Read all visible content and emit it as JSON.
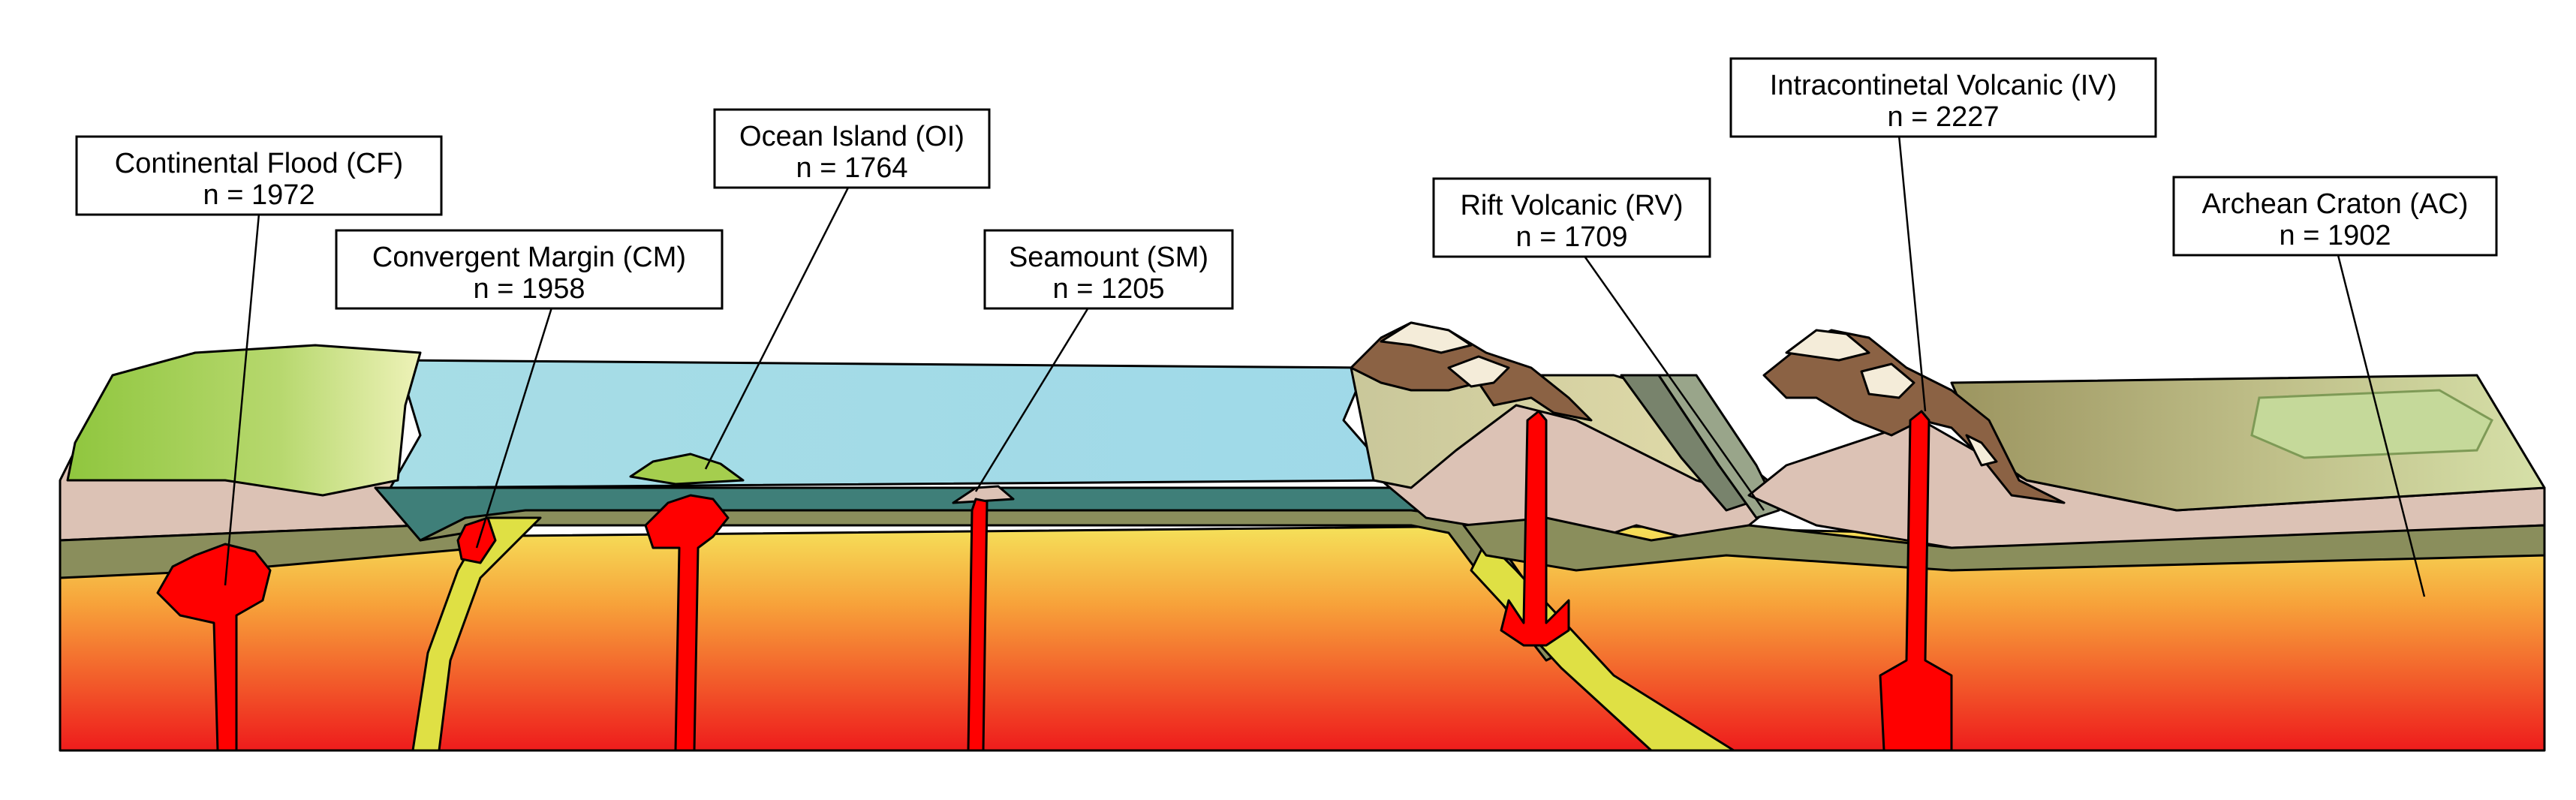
{
  "diagram": {
    "labels": [
      {
        "id": "cf",
        "name": "Continental Flood (CF)",
        "count": "n = 1972"
      },
      {
        "id": "cm",
        "name": "Convergent Margin (CM)",
        "count": "n = 1958"
      },
      {
        "id": "oi",
        "name": "Ocean Island (OI)",
        "count": "n = 1764"
      },
      {
        "id": "sm",
        "name": "Seamount (SM)",
        "count": "n = 1205"
      },
      {
        "id": "rv",
        "name": "Rift Volcanic (RV)",
        "count": "n = 1709"
      },
      {
        "id": "iv",
        "name": "Intracontinetal Volcanic (IV)",
        "count": "n = 2227"
      },
      {
        "id": "ac",
        "name": "Archean Craton (AC)",
        "count": "n = 1902"
      }
    ],
    "colors": {
      "mantle_top": "#f5e25a",
      "mantle_mid": "#f7a23a",
      "mantle_bottom": "#ee1c1c",
      "ocean": "#a3dbe8",
      "ocean_crust": "#3f7f79",
      "lithosphere": "#8a8e5c",
      "continental_crust": "#dcc2b5",
      "magma": "#ff0000",
      "slab": "#dfe044",
      "mountain_brown": "#8b6244",
      "plain_green": "#a5ce4e",
      "craton_green": "#bfd38a"
    }
  }
}
